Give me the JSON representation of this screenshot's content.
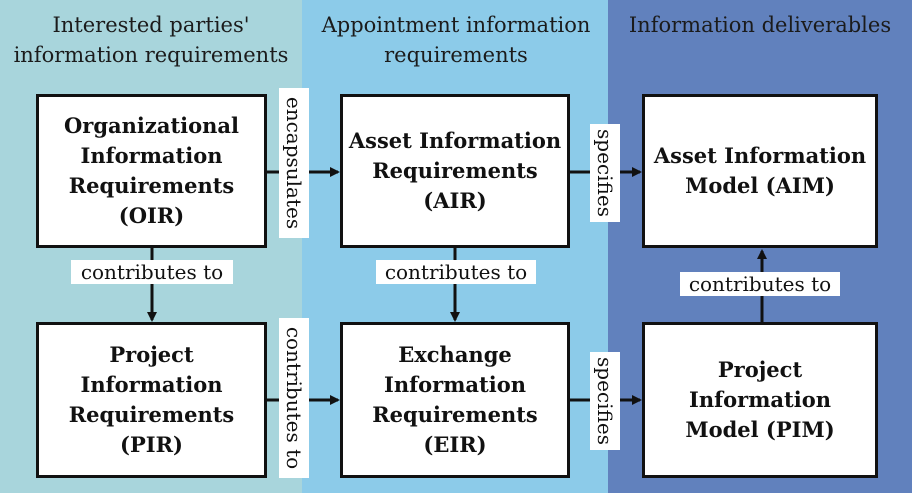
{
  "columns": [
    {
      "header": "Interested parties' information requirements"
    },
    {
      "header": "Appointment information requirements"
    },
    {
      "header": "Information deliverables"
    }
  ],
  "boxes": {
    "oir": "Organizational Information Requirements (OIR)",
    "air": "Asset Information Requirements (AIR)",
    "aim": "Asset Information Model (AIM)",
    "pir": "Project Information Requirements (PIR)",
    "eir": "Exchange Information Requirements (EIR)",
    "pim": "Project Information Model (PIM)"
  },
  "relations": {
    "oir_air": "encapsulates",
    "air_aim": "specifies",
    "oir_pir": "contributes to",
    "air_eir": "contributes to",
    "pim_aim": "contributes to",
    "pir_eir": "contributes to",
    "eir_pim": "specifies"
  }
}
